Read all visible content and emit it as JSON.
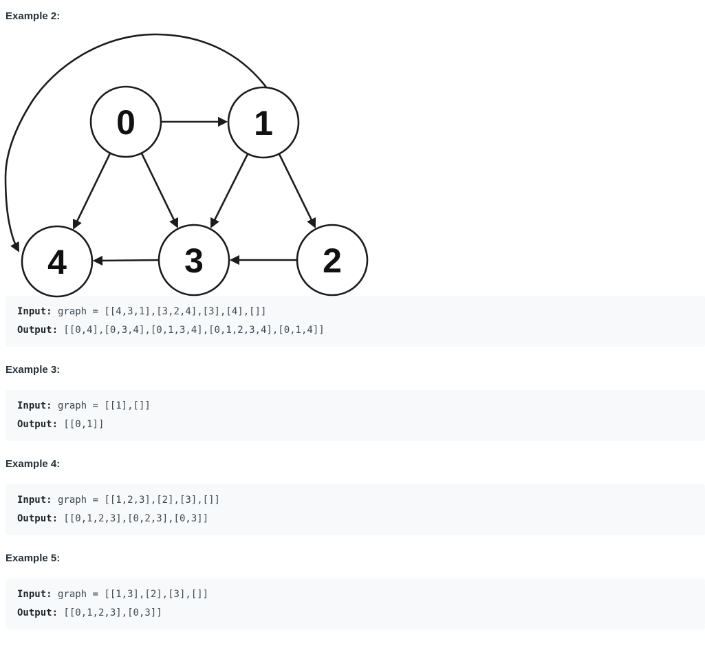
{
  "labels": {
    "input": "Input:",
    "output": "Output:"
  },
  "examples": [
    {
      "title": "Example 2:",
      "input": "graph = [[4,3,1],[3,2,4],[3],[4],[]]",
      "output": "[[0,4],[0,3,4],[0,1,3,4],[0,1,2,3,4],[0,1,4]]"
    },
    {
      "title": "Example 3:",
      "input": "graph = [[1],[]]",
      "output": "[[0,1]]"
    },
    {
      "title": "Example 4:",
      "input": "graph = [[1,2,3],[2],[3],[]]",
      "output": "[[0,1,2,3],[0,2,3],[0,3]]"
    },
    {
      "title": "Example 5:",
      "input": "graph = [[1,3],[2],[3],[]]",
      "output": "[[0,1,2,3],[0,3]]"
    }
  ],
  "graph": {
    "nodes": [
      {
        "label": "0"
      },
      {
        "label": "1"
      },
      {
        "label": "2"
      },
      {
        "label": "3"
      },
      {
        "label": "4"
      }
    ],
    "edges": [
      [
        0,
        1
      ],
      [
        0,
        3
      ],
      [
        0,
        4
      ],
      [
        1,
        2
      ],
      [
        1,
        3
      ],
      [
        1,
        4
      ],
      [
        2,
        3
      ],
      [
        3,
        4
      ]
    ],
    "node_fill": "#ffffff",
    "stroke_color": "#1c1c1c"
  },
  "colors": {
    "heading_text": "#25313c",
    "code_text": "#3e4951",
    "code_label_text": "#20262b",
    "code_background": "#f7f9fa",
    "page_background": "#ffffff"
  }
}
